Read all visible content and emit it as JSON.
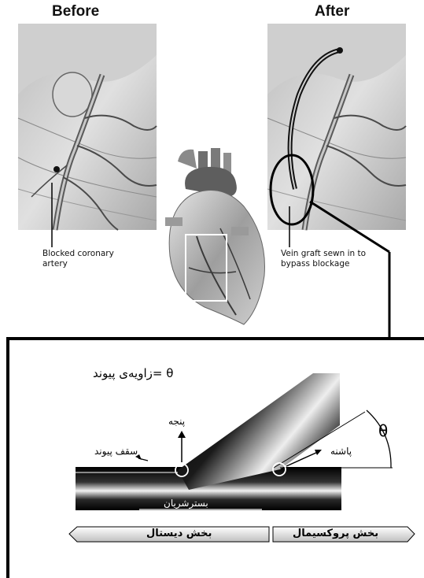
{
  "top": {
    "before_title": "Before",
    "after_title": "After",
    "before_caption_line1": "Blocked coronary",
    "before_caption_line2": "artery",
    "after_caption_line1": "Vein graft sewn in to",
    "after_caption_line2": "bypass blockage"
  },
  "detail": {
    "angle_label": "θ =زاویه‌ی پیوند",
    "theta_symbol": "θ",
    "toe_label": "پنجه",
    "graft_roof_label": "سقف پیوند",
    "heel_label": "پاشنه",
    "artery_bed_label": "بسترشریان",
    "distal_section_label": "بخش دیستال",
    "proximal_section_label": "بخش پروکسیمال"
  },
  "colors": {
    "panel_border": "#000000",
    "section_fill": "#d9d9d9"
  }
}
